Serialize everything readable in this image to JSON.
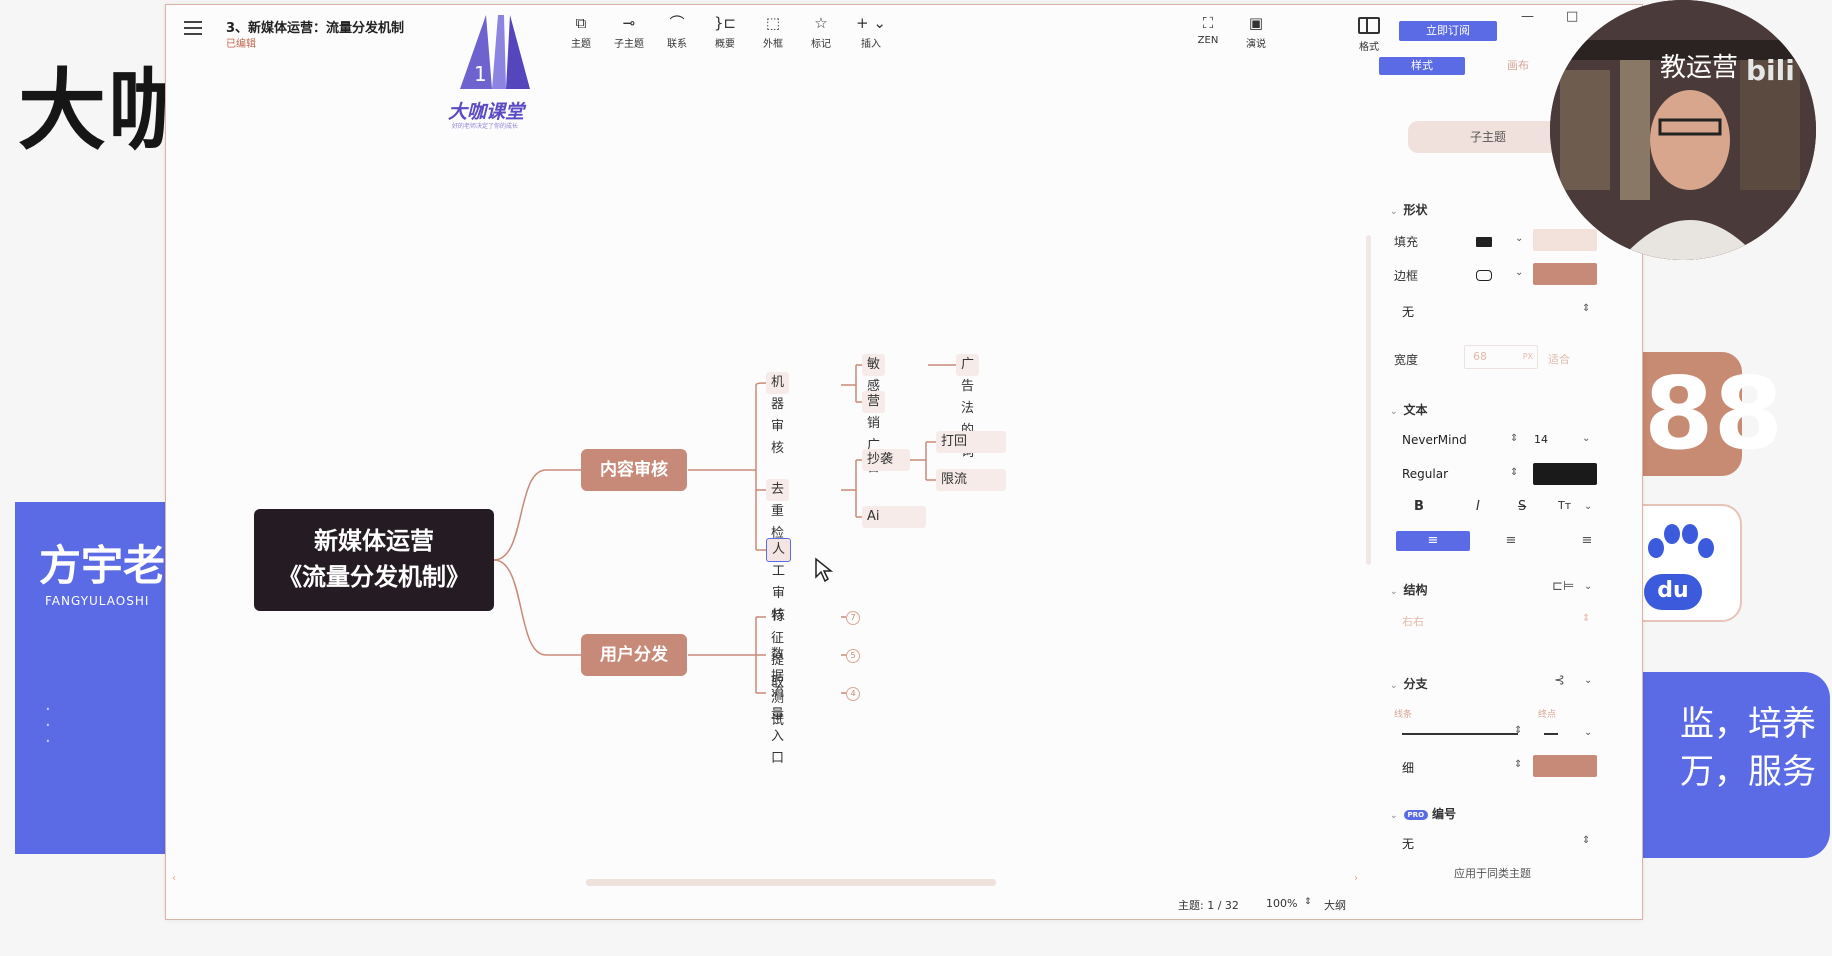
{
  "background": {
    "big_text": "大咖",
    "left_banner_name": "方宇老",
    "left_banner_sub": "FANGYULAOSHI",
    "right_banner_line1": "监，培养",
    "right_banner_line2": "万，服务",
    "tile_88_label": "88",
    "tile_baidu_label": "du"
  },
  "window": {
    "doc_title": "3、新媒体运营：流量分发机制",
    "doc_status": "已编辑",
    "logo_text": "大咖课堂",
    "logo_tagline": "好的老师决定了你的成长"
  },
  "toolbar": {
    "items": [
      {
        "label": "主题",
        "icon": "topic-icon",
        "glyph": "⧉"
      },
      {
        "label": "子主题",
        "icon": "subtopic-icon",
        "glyph": "⊸"
      },
      {
        "label": "联系",
        "icon": "relationship-icon",
        "glyph": "⌒"
      },
      {
        "label": "概要",
        "icon": "summary-icon",
        "glyph": "}⊏"
      },
      {
        "label": "外框",
        "icon": "boundary-icon",
        "glyph": "⬚"
      },
      {
        "label": "标记",
        "icon": "marker-icon",
        "glyph": "☆"
      },
      {
        "label": "插入",
        "icon": "insert-icon",
        "glyph": "+ ⌄"
      }
    ],
    "zen_label": "ZEN",
    "present_label": "演说",
    "format_label": "格式",
    "subscribe_label": "立即订阅"
  },
  "panel": {
    "tabs": [
      {
        "label": "样式",
        "active": true
      },
      {
        "label": "画布",
        "active": false
      }
    ],
    "subtopic_pill": "子主题",
    "shape_section": "形状",
    "fill_label": "填充",
    "border_label": "边框",
    "border_style_value": "无",
    "width_label": "宽度",
    "width_value": "68",
    "width_unit": "PX",
    "width_fit_label": "适合",
    "text_section": "文本",
    "font_family_value": "NeverMind",
    "font_size_value": "14",
    "font_weight_value": "Regular",
    "bold_label": "B",
    "italic_label": "I",
    "strike_label": "S",
    "case_label": "Tт",
    "structure_section": "结构",
    "structure_value": "右右",
    "branch_section": "分支",
    "line_label": "线条",
    "end_label": "终点",
    "thickness_value": "细",
    "numbering_section": "编号",
    "pro_badge": "PRO",
    "numbering_value": "无",
    "apply_label": "应用于同类主题",
    "colors": {
      "fill_swatch": "#f3e2dc",
      "border_swatch": "#c88a78",
      "text_swatch": "#1a1a1a",
      "branch_swatch": "#c88a78",
      "accent": "#5b6be6"
    }
  },
  "statusbar": {
    "topic_count": "主题: 1 / 32",
    "zoom": "100%",
    "outline_label": "大纲"
  },
  "mindmap": {
    "central_line1": "新媒体运营",
    "central_line2": "《流量分发机制》",
    "main1": "内容审核",
    "main2": "用户分发",
    "machine_review": "机器审核",
    "sensitive_words": "敏感词",
    "ad_law_words": "广告法的词",
    "marketing_ads": "营销广告",
    "dedup_detect": "去重检测",
    "plagiarism": "抄袭",
    "reject": "打回",
    "limit_flow": "限流",
    "ai": "Ai",
    "manual_review": "人工审核",
    "feature_extract": "特征提取",
    "feature_extract_count": "7",
    "data_test": "数据测试",
    "data_test_count": "5",
    "traffic_entry": "流量入口",
    "traffic_entry_count": "4"
  }
}
